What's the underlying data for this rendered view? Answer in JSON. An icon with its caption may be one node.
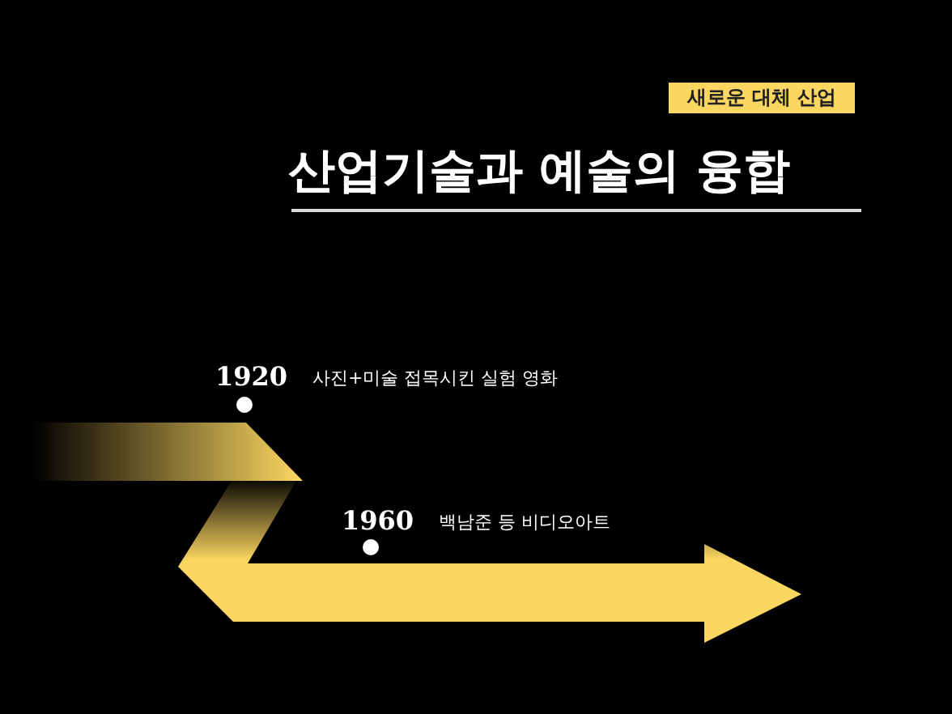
{
  "diagram": {
    "title": "산업기술과 예술의 융합",
    "nodes": [
      {
        "text": [
          "새로운 대체 산업"
        ]
      }
    ],
    "labels": [
      "1920",
      "사진+미술 접목시킨 실험 영화",
      "1960",
      "백남준 등 비디오아트"
    ]
  }
}
